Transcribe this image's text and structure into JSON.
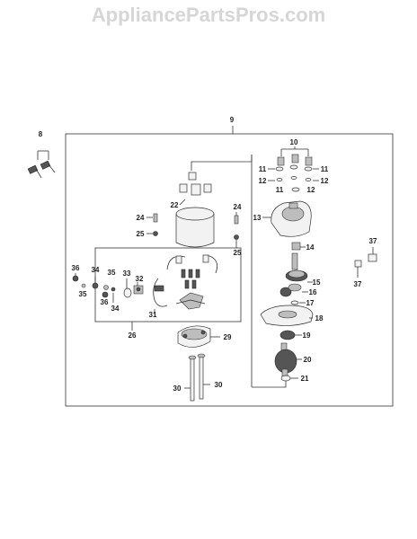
{
  "watermark": "AppliancePartsPros.com",
  "callouts": {
    "c8": "8",
    "c9": "9",
    "c10": "10",
    "c11a": "11",
    "c11b": "11",
    "c11c": "11",
    "c12a": "12",
    "c12b": "12",
    "c12c": "12",
    "c13": "13",
    "c14": "14",
    "c15": "15",
    "c16": "16",
    "c17": "17",
    "c18": "18",
    "c19": "19",
    "c20": "20",
    "c21": "21",
    "c22": "22",
    "c24a": "24",
    "c24b": "24",
    "c25a": "25",
    "c25b": "25",
    "c26": "26",
    "c29": "29",
    "c30a": "30",
    "c30b": "30",
    "c31": "31",
    "c32": "32",
    "c33": "33",
    "c34a": "34",
    "c34b": "34",
    "c35a": "35",
    "c35b": "35",
    "c36a": "36",
    "c36b": "36",
    "c37a": "37",
    "c37b": "37"
  }
}
